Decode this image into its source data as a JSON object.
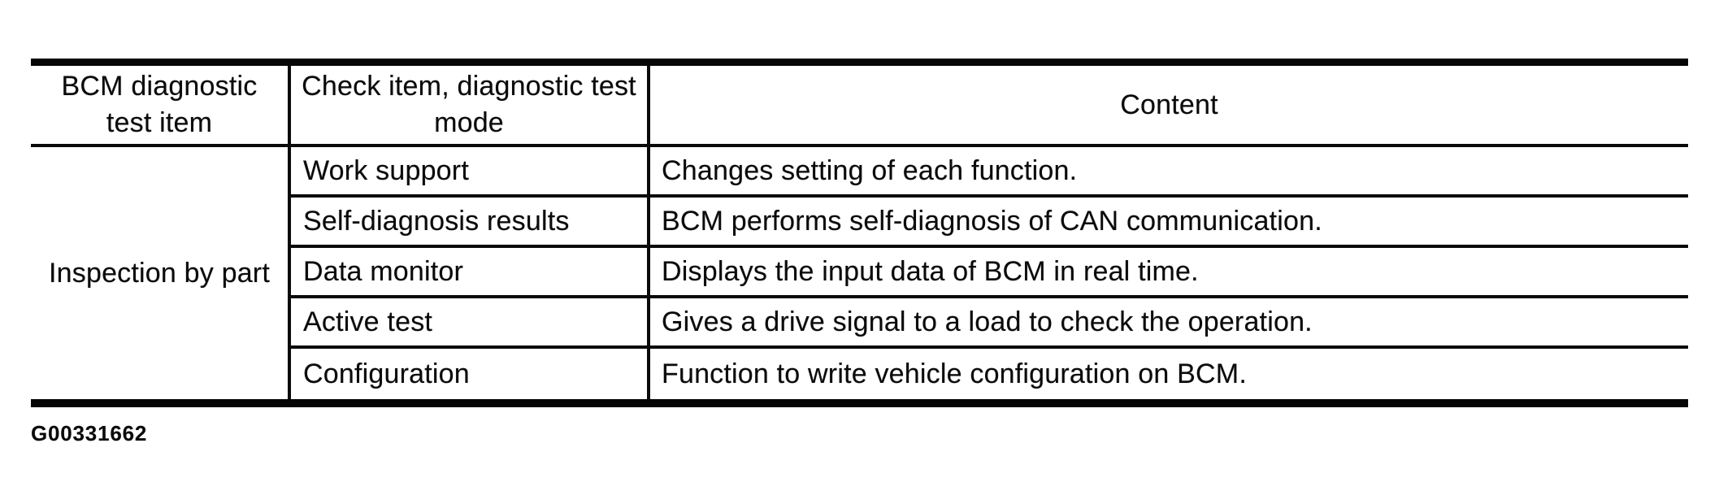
{
  "table": {
    "headers": {
      "col1": "BCM diagnostic test item",
      "col2": "Check item, diagnostic test mode",
      "col3": "Content"
    },
    "merged_cell": "Inspection by part",
    "rows": [
      {
        "mode": "Work support",
        "content": "Changes setting of each function."
      },
      {
        "mode": "Self-diagnosis results",
        "content": "BCM performs self-diagnosis of CAN communication."
      },
      {
        "mode": "Data monitor",
        "content": "Displays the input data of BCM in real time."
      },
      {
        "mode": "Active test",
        "content": "Gives a drive signal to a load to check the operation."
      },
      {
        "mode": "Configuration",
        "content": "Function to write vehicle configuration on BCM."
      }
    ]
  },
  "figure_id": "G00331662",
  "colors": {
    "ink": "#0a0a0a",
    "paper": "#ffffff"
  }
}
